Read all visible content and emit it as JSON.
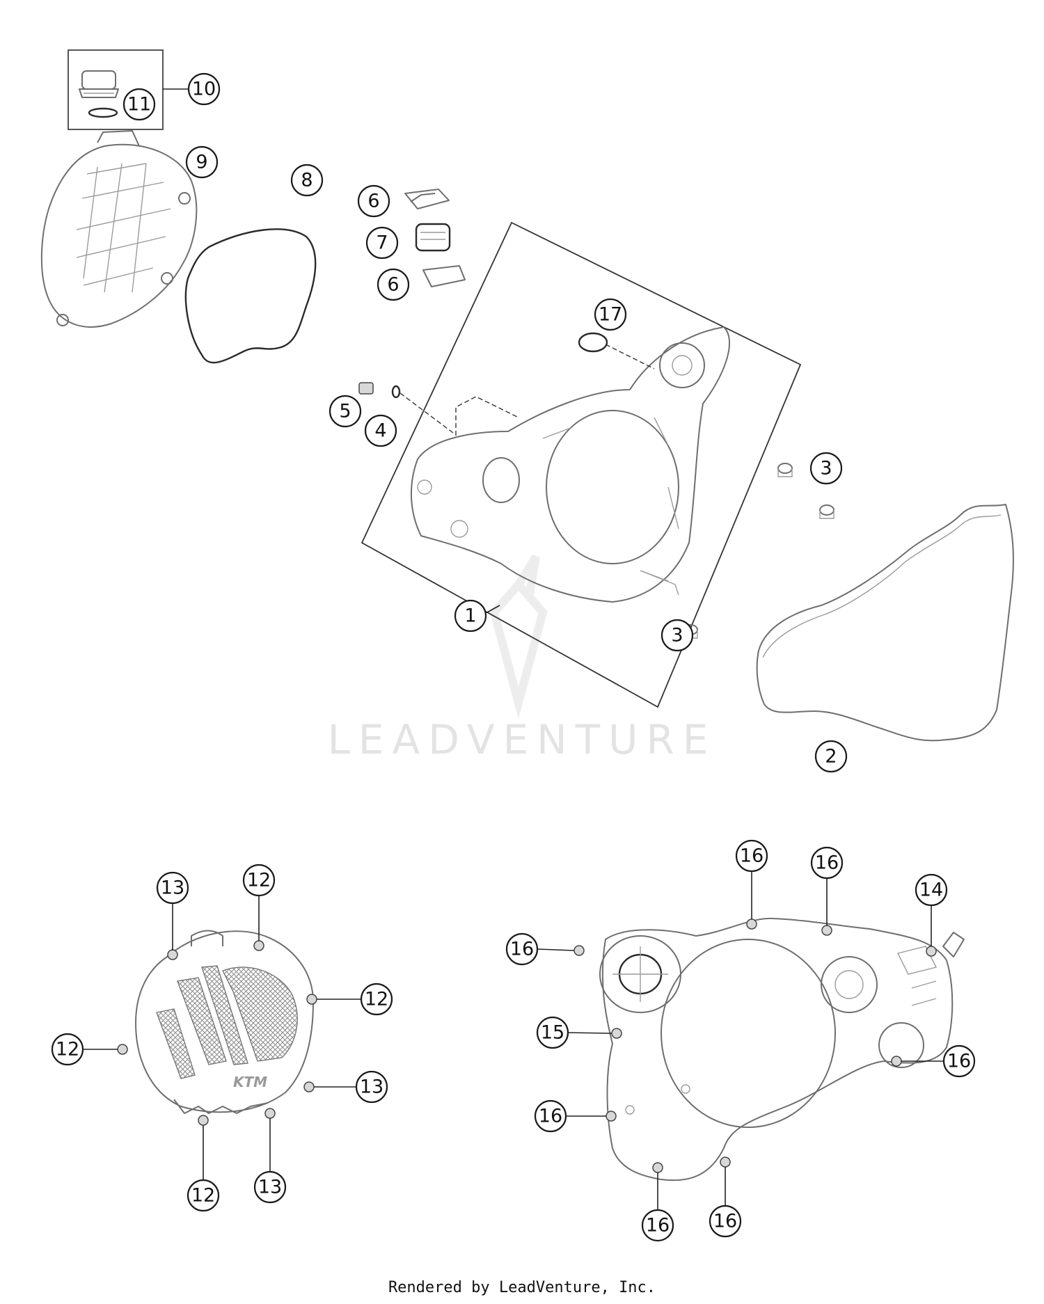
{
  "watermark": "LEADVENTURE",
  "footer": "Rendered by LeadVenture, Inc.",
  "callouts": {
    "c1": "1",
    "c2": "2",
    "c3a": "3",
    "c3b": "3",
    "c4": "4",
    "c5": "5",
    "c6a": "6",
    "c6b": "6",
    "c7": "7",
    "c8": "8",
    "c9": "9",
    "c10": "10",
    "c11": "11",
    "c17": "17",
    "l13a": "13",
    "l12a": "12",
    "l12b": "12",
    "l12c": "12",
    "l13b": "13",
    "l12d": "12",
    "l13c": "13",
    "r16a": "16",
    "r16b": "16",
    "r14": "14",
    "r16c": "16",
    "r15": "15",
    "r16d": "16",
    "r16e": "16",
    "r16f": "16",
    "r16g": "16"
  }
}
